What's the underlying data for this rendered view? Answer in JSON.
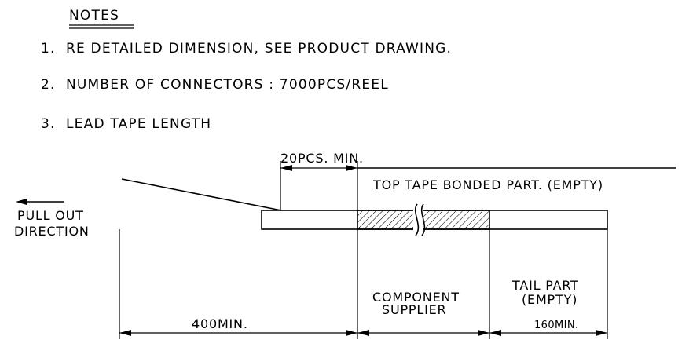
{
  "notes": {
    "heading": "NOTES",
    "items": [
      {
        "num": "1.",
        "text": "RE DETAILED DIMENSION, SEE PRODUCT DRAWING."
      },
      {
        "num": "2.",
        "text": "NUMBER OF CONNECTORS : 7000PCS/REEL"
      },
      {
        "num": "3.",
        "text": "LEAD TAPE LENGTH"
      }
    ]
  },
  "diagram": {
    "top_dimension": "20PCS. MIN.",
    "top_tape_label": "TOP TAPE BONDED PART. (EMPTY)",
    "pull_out": [
      "PULL OUT",
      "DIRECTION"
    ],
    "component_supplier": [
      "COMPONENT",
      "SUPPLIER"
    ],
    "tail_part": [
      "TAIL PART",
      "(EMPTY)"
    ],
    "tail_dimension": "160MIN.",
    "lead_dimension": "400MIN."
  }
}
